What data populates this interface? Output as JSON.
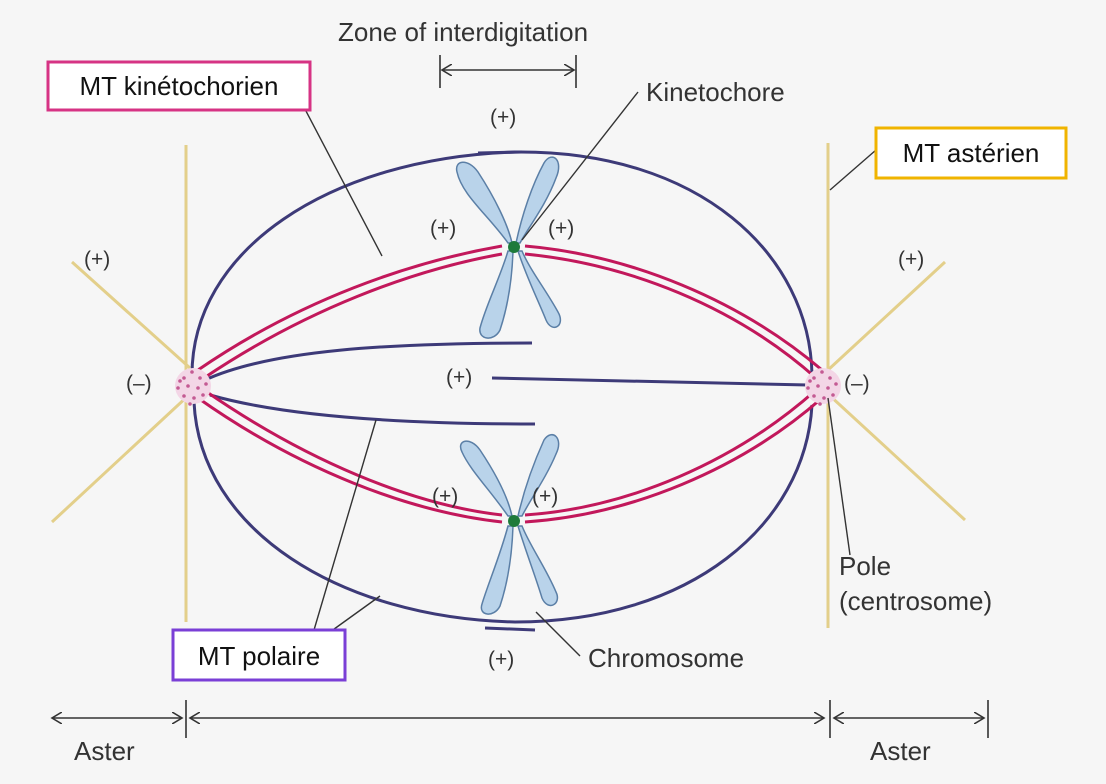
{
  "labels": {
    "zone": "Zone of interdigitation",
    "kinetochore": "Kinetochore",
    "chromosome": "Chromosome",
    "pole_line1": "Pole",
    "pole_line2": "(centrosome)",
    "aster_left": "Aster",
    "aster_right": "Aster",
    "plus": "(+)",
    "minus": "(–)"
  },
  "boxes": {
    "kinetochore_mt": {
      "text": "MT kinétochorien",
      "color": "#d63384"
    },
    "astral_mt": {
      "text": "MT astérien",
      "color": "#f0b400"
    },
    "polar_mt": {
      "text": "MT polaire",
      "color": "#7a3fd6"
    }
  },
  "colors": {
    "kinetochore_fiber": "#c2185b",
    "polar_fiber": "#3d3a78",
    "astral_fiber": "#e3cf8a",
    "chromosome": "#b9d3ea",
    "kinetochore": "#1e7a3a",
    "centrosome": "#c45a93"
  }
}
